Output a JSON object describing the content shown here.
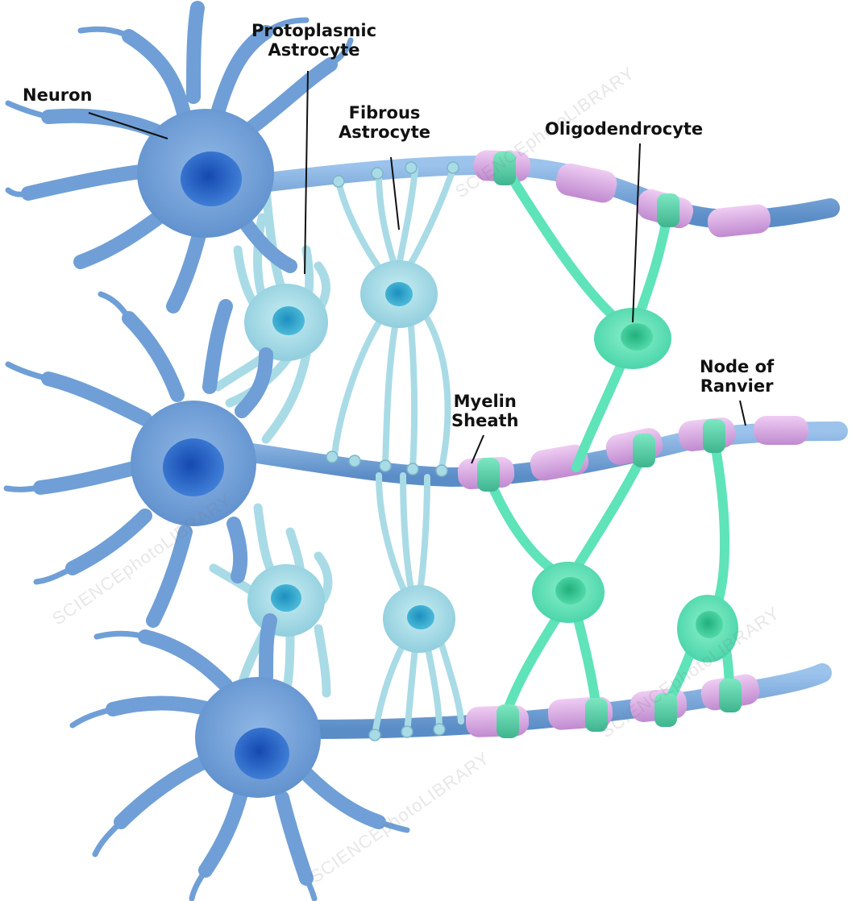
{
  "labels": {
    "neuron": "Neuron",
    "protoplasmic_astrocyte": [
      "Protoplasmic",
      "Astrocyte"
    ],
    "fibrous_astrocyte": [
      "Fibrous",
      "Astrocyte"
    ],
    "oligodendrocyte": "Oligodendrocyte",
    "node_of_ranvier": [
      "Node of",
      "Ranvier"
    ],
    "myelin_sheath": [
      "Myelin",
      "Sheath"
    ]
  },
  "watermark": "SCIENCEphotoLIBRARY",
  "colors": {
    "neuron": "#6f9fd6",
    "neuron_nucleus": "#1f5fc4",
    "astrocyte": "#a9dbe6",
    "astrocyte_nucleus": "#2aa3c9",
    "oligodendrocyte": "#5fe3b8",
    "oligodendrocyte_nucleus": "#2fbf8c",
    "axon": "#6fa4d8",
    "myelin": "#d9a8e3",
    "leader_line": "#111111"
  }
}
